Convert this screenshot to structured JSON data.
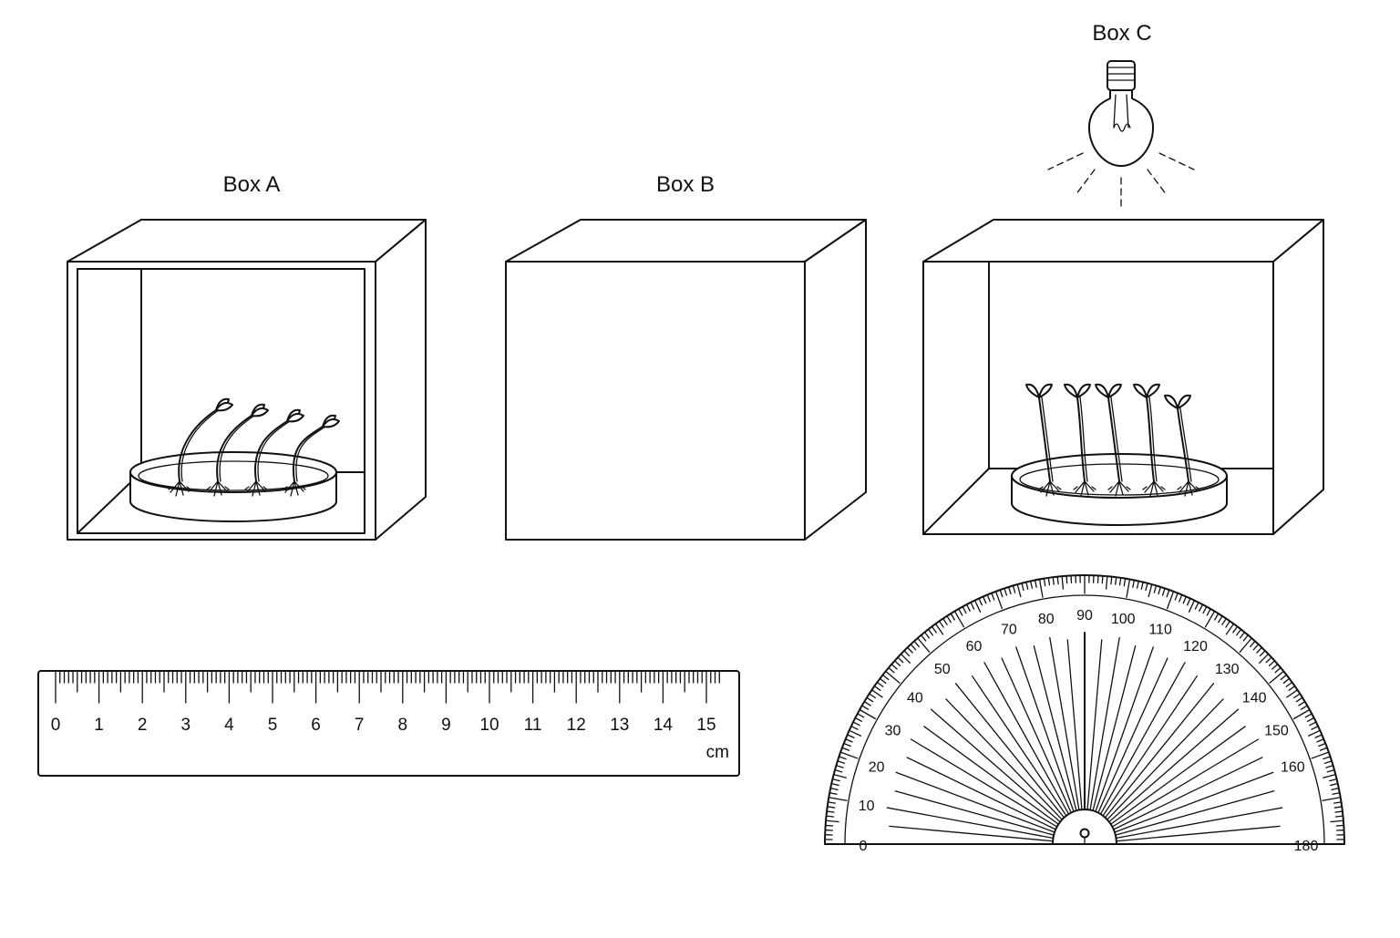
{
  "boxes": [
    {
      "id": "box-a",
      "label": "Box A",
      "open": true,
      "seedlings": 4,
      "growth": "bent"
    },
    {
      "id": "box-b",
      "label": "Box B",
      "open": false,
      "seedlings": 0,
      "growth": "none"
    },
    {
      "id": "box-c",
      "label": "Box C",
      "open": true,
      "seedlings": 5,
      "growth": "upright",
      "light": "light-bulb-above"
    }
  ],
  "ruler": {
    "labels": [
      "0",
      "1",
      "2",
      "3",
      "4",
      "5",
      "6",
      "7",
      "8",
      "9",
      "10",
      "11",
      "12",
      "13",
      "14",
      "15"
    ],
    "unit": "cm",
    "max_cm": 15
  },
  "protractor": {
    "labels": [
      "0",
      "10",
      "20",
      "30",
      "40",
      "50",
      "60",
      "70",
      "80",
      "90",
      "100",
      "110",
      "120",
      "130",
      "140",
      "150",
      "160",
      "180"
    ],
    "max_degrees": 180
  }
}
